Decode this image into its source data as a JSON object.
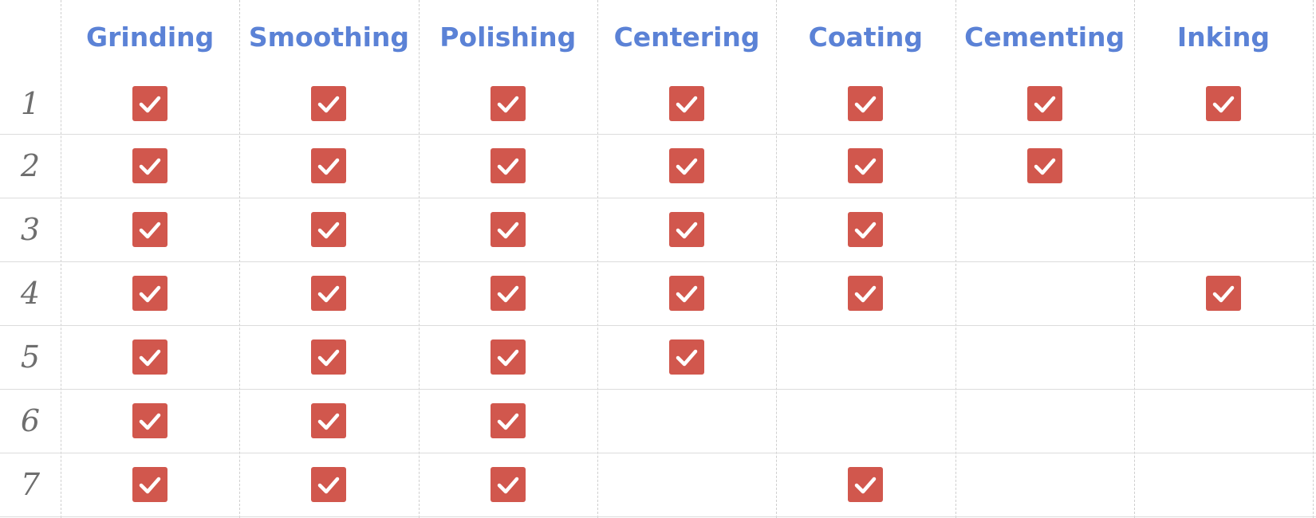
{
  "table": {
    "columns": [
      "Grinding",
      "Smoothing",
      "Polishing",
      "Centering",
      "Coating",
      "Cementing",
      "Inking"
    ],
    "rows": [
      {
        "label": "1",
        "checked": [
          true,
          true,
          true,
          true,
          true,
          true,
          true
        ]
      },
      {
        "label": "2",
        "checked": [
          true,
          true,
          true,
          true,
          true,
          true,
          false
        ]
      },
      {
        "label": "3",
        "checked": [
          true,
          true,
          true,
          true,
          true,
          false,
          false
        ]
      },
      {
        "label": "4",
        "checked": [
          true,
          true,
          true,
          true,
          true,
          false,
          true
        ]
      },
      {
        "label": "5",
        "checked": [
          true,
          true,
          true,
          true,
          false,
          false,
          false
        ]
      },
      {
        "label": "6",
        "checked": [
          true,
          true,
          true,
          false,
          false,
          false,
          false
        ]
      },
      {
        "label": "7",
        "checked": [
          true,
          true,
          true,
          false,
          true,
          false,
          false
        ]
      }
    ]
  },
  "colors": {
    "header_text": "#5b82d6",
    "row_label_text": "#6e6e6e",
    "checkbox_fill": "#d1574d",
    "checkmark": "#ffffff"
  },
  "icons": {
    "checkbox": "checked-checkbox-icon"
  }
}
